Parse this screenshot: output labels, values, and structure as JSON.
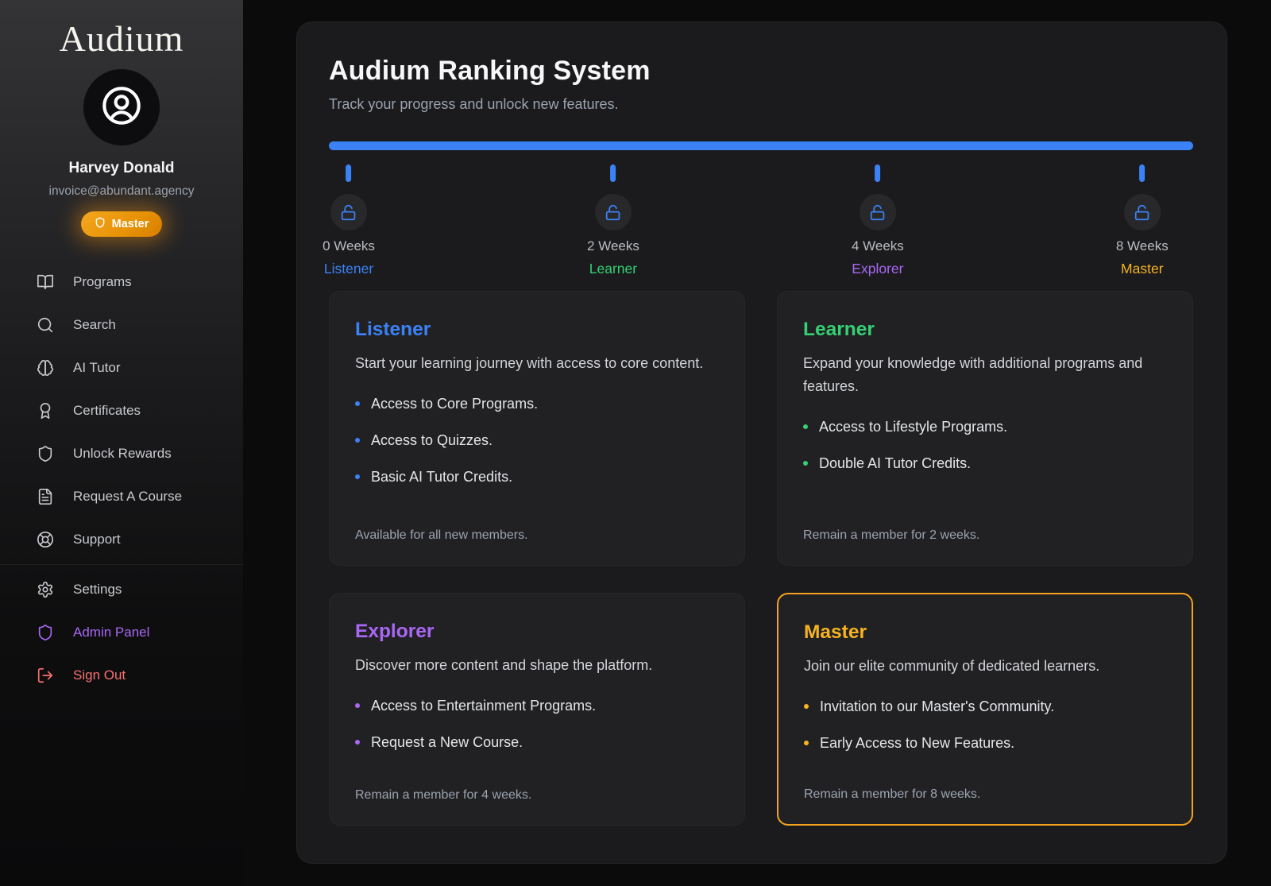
{
  "sidebar": {
    "logo": "Audium",
    "profile": {
      "name": "Harvey Donald",
      "email": "invoice@abundant.agency",
      "badge_label": "Master"
    },
    "nav": [
      {
        "icon": "book-open-icon",
        "label": "Programs"
      },
      {
        "icon": "search-icon",
        "label": "Search"
      },
      {
        "icon": "brain-icon",
        "label": "AI Tutor"
      },
      {
        "icon": "award-icon",
        "label": "Certificates"
      },
      {
        "icon": "shield-icon",
        "label": "Unlock Rewards"
      },
      {
        "icon": "file-text-icon",
        "label": "Request A Course"
      },
      {
        "icon": "life-buoy-icon",
        "label": "Support"
      },
      {
        "icon": "gear-icon",
        "label": "Settings"
      }
    ],
    "admin": {
      "icon": "shield-icon",
      "label": "Admin Panel",
      "color": "#a967f5"
    },
    "signout": {
      "icon": "log-out-icon",
      "label": "Sign Out",
      "color": "#f87171"
    }
  },
  "header": {
    "title": "Audium Ranking System",
    "subtitle": "Track your progress and unlock new features."
  },
  "progress": {
    "fill_percent": 100,
    "bar_color": "#3b82f6"
  },
  "milestones": [
    {
      "weeks": "0 Weeks",
      "tier": "Listener",
      "color": "#3b82f6",
      "icon": "unlock-icon"
    },
    {
      "weeks": "2 Weeks",
      "tier": "Learner",
      "color": "#35d073",
      "icon": "unlock-icon"
    },
    {
      "weeks": "4 Weeks",
      "tier": "Explorer",
      "color": "#a967f5",
      "icon": "unlock-icon"
    },
    {
      "weeks": "8 Weeks",
      "tier": "Master",
      "color": "#f7b322",
      "icon": "unlock-icon"
    }
  ],
  "tiers": [
    {
      "name": "Listener",
      "color": "#3b82f6",
      "description": "Start your learning journey with access to core content.",
      "perks": [
        "Access to Core Programs.",
        "Access to Quizzes.",
        "Basic AI Tutor Credits."
      ],
      "footer": "Available for all new members."
    },
    {
      "name": "Learner",
      "color": "#35d073",
      "description": "Expand your knowledge with additional programs and features.",
      "perks": [
        "Access to Lifestyle Programs.",
        "Double AI Tutor Credits."
      ],
      "footer": "Remain a member for 2 weeks."
    },
    {
      "name": "Explorer",
      "color": "#a967f5",
      "description": "Discover more content and shape the platform.",
      "perks": [
        "Access to Entertainment Programs.",
        "Request a New Course."
      ],
      "footer": "Remain a member for 4 weeks."
    },
    {
      "name": "Master",
      "color": "#f7b322",
      "border_color": "#f5a31f",
      "description": "Join our elite community of dedicated learners.",
      "perks": [
        "Invitation to our Master's Community.",
        "Early Access to New Features."
      ],
      "footer": "Remain a member for 8 weeks."
    }
  ]
}
